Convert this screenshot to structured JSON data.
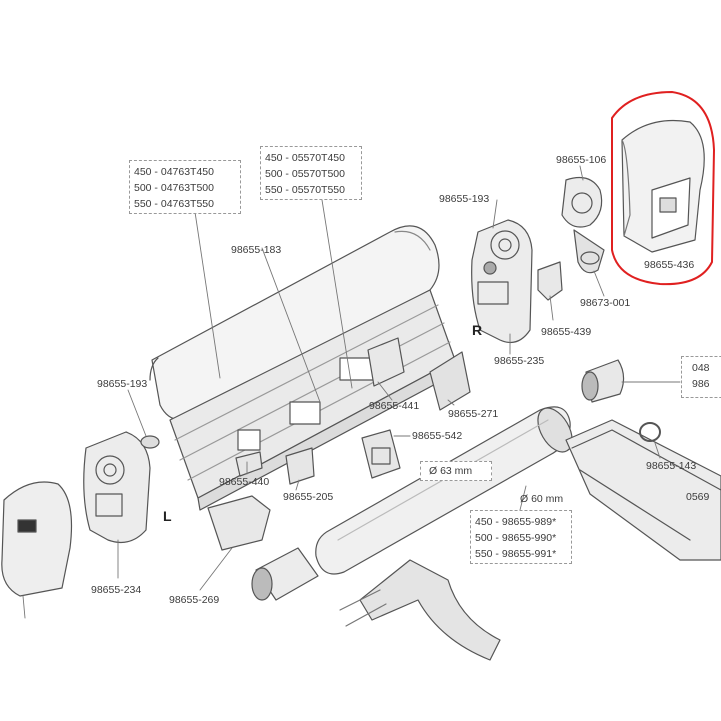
{
  "parts": {
    "p183": "98655-183",
    "p193_left": "98655-193",
    "p193_right": "98655-193",
    "p106": "98655-106",
    "p436": "98655-436",
    "p001": "98673-001",
    "p439": "98655-439",
    "p235": "98655-235",
    "p441": "98655-441",
    "p271": "98655-271",
    "p542": "98655-542",
    "p440": "98655-440",
    "p205": "98655-205",
    "p234": "98655-234",
    "p269": "98655-269",
    "p143": "98655-143",
    "diam63": "Ø 63 mm",
    "diam60": "Ø 60 mm",
    "side_left": "L",
    "side_right": "R",
    "edge_048": "048",
    "edge_986": "986",
    "edge_0569": "0569"
  },
  "boxes": {
    "cover": [
      "450 - 04763T450",
      "500 - 04763T500",
      "550 - 04763T550"
    ],
    "profile": [
      "450 - 05570T450",
      "500 - 05570T500",
      "550 - 05570T550"
    ],
    "tube": [
      "450 - 98655-989*",
      "500 - 98655-990*",
      "550 - 98655-991*"
    ]
  },
  "highlight": {
    "color": "#e02020"
  }
}
